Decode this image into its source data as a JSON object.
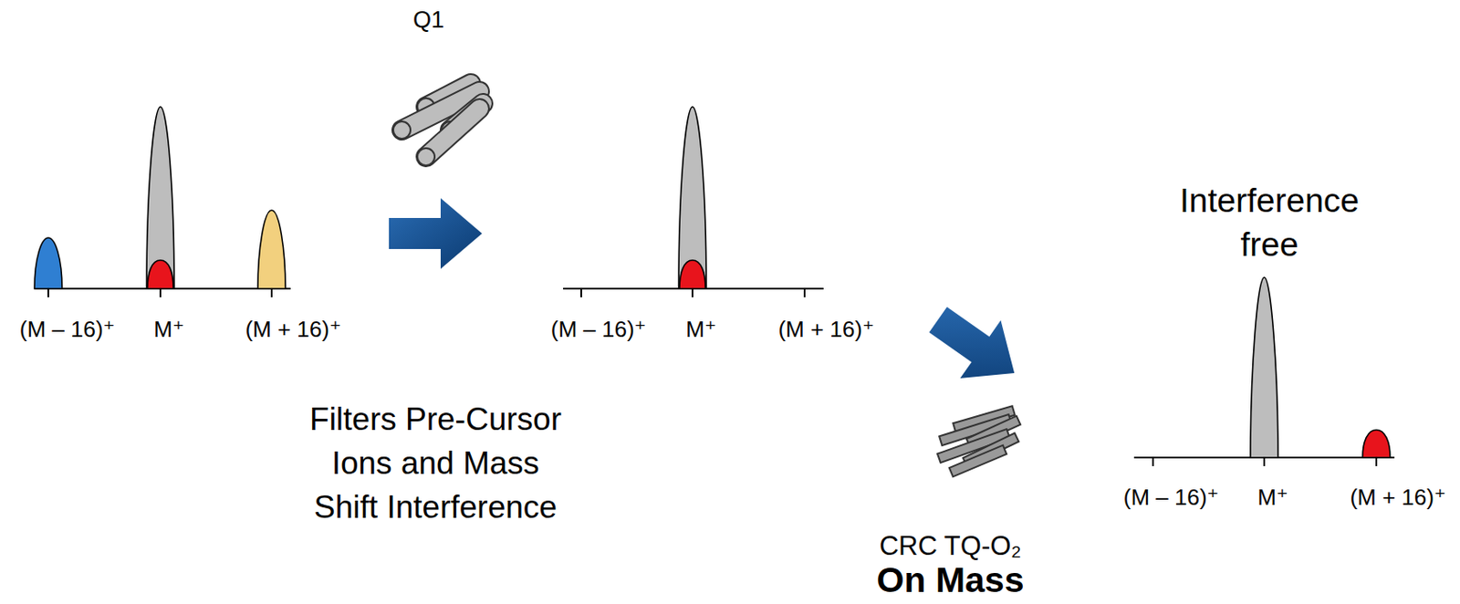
{
  "diagram": {
    "labels": [
      "Q1",
      "(M – 16)⁺",
      "M⁺",
      "(M + 16)⁺",
      "(M – 16)⁺",
      "M⁺",
      "(M + 16)⁺",
      "Filters Pre-Cursor Ions and Mass Shift Interference",
      "Interference free",
      "(M – 16)⁺",
      "M⁺",
      "(M + 16)⁺",
      "CRC TQ-O₂",
      "On Mass"
    ]
  }
}
